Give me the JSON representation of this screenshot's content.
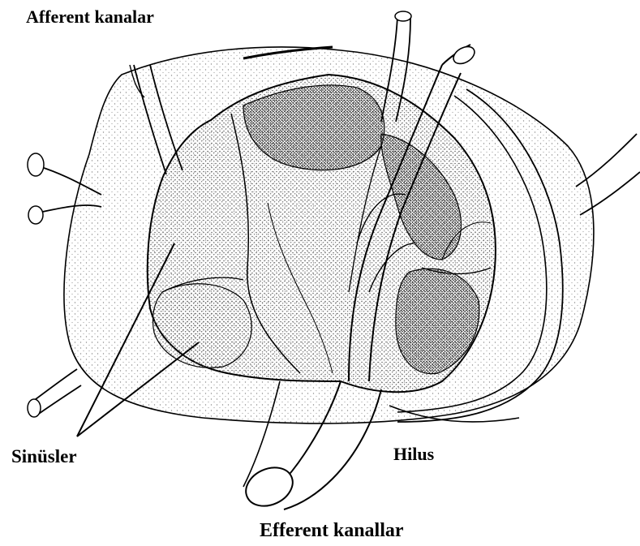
{
  "labels": {
    "afferent": "Afferent kanalar",
    "sinusler": "Sinüsler",
    "hilus": "Hilus",
    "efferent": "Efferent kanallar"
  },
  "colors": {
    "ink": "#000000",
    "paper": "#ffffff",
    "stipple_light": "#9a9a9a",
    "stipple_dark": "#3a3a3a"
  }
}
